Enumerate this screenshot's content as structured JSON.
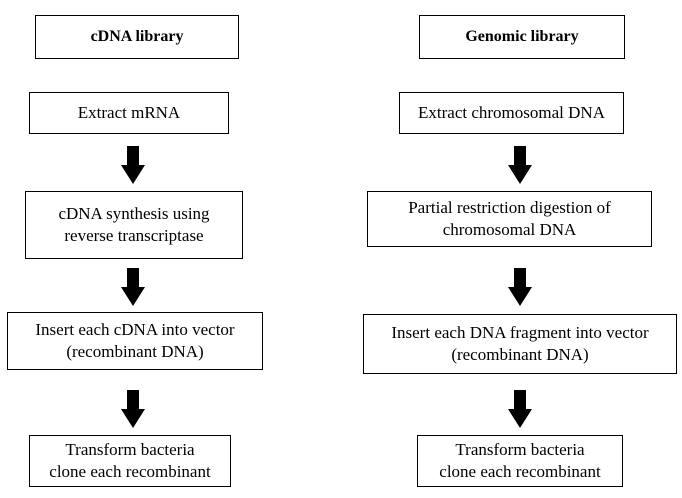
{
  "left_column": {
    "title": "cDNA library",
    "steps": [
      [
        "Extract mRNA"
      ],
      [
        "cDNA synthesis using",
        "reverse transcriptase"
      ],
      [
        "Insert each cDNA into vector",
        "(recombinant DNA)"
      ],
      [
        "Transform bacteria",
        "clone each recombinant"
      ]
    ]
  },
  "right_column": {
    "title": "Genomic library",
    "steps": [
      [
        "Extract chromosomal DNA"
      ],
      [
        "Partial  restriction digestion of",
        "chromosomal DNA"
      ],
      [
        "Insert each DNA fragment into vector",
        "(recombinant DNA)"
      ],
      [
        "Transform bacteria",
        "clone each recombinant"
      ]
    ]
  },
  "colors": {
    "border": "#000000",
    "arrow": "#000000",
    "background": "#ffffff"
  }
}
